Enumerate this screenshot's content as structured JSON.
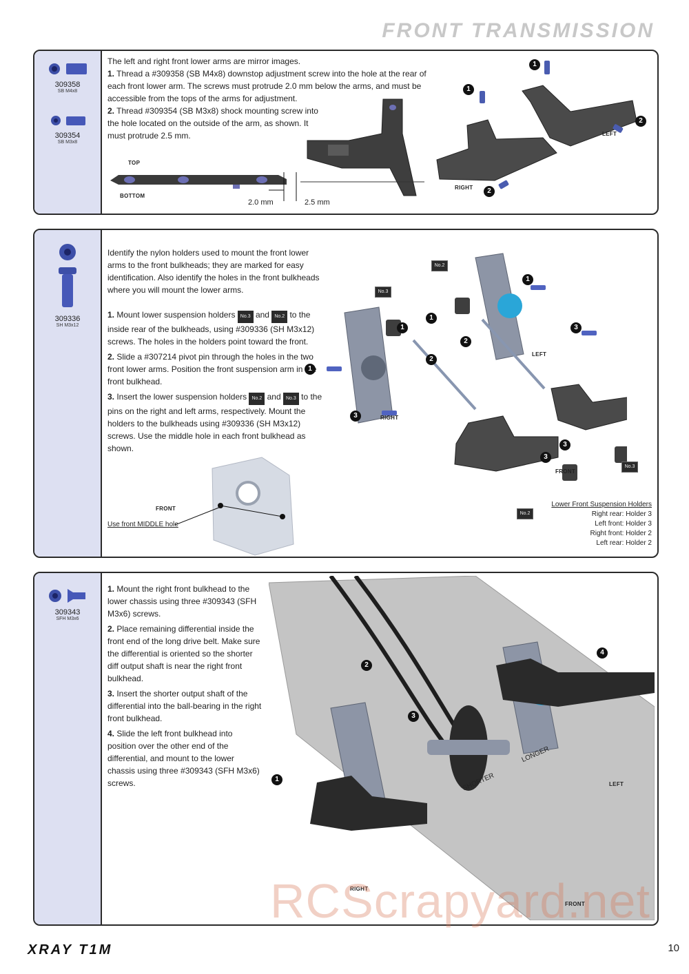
{
  "page": {
    "title": "FRONT TRANSMISSION",
    "page_number": "10",
    "brand": "XRAY T1M",
    "watermark": "RCScrapyard.net"
  },
  "step1": {
    "parts": [
      {
        "number": "309358",
        "desc": "SB M4x8"
      },
      {
        "number": "309354",
        "desc": "SB M3x8"
      }
    ],
    "intro": "The left and right front lower arms are mirror images.",
    "items": [
      {
        "num": "1.",
        "text": " Thread a #309358 (SB M4x8) downstop adjustment screw into the hole at the rear of each front lower arm. The screws must protrude 2.0 mm below the arms, and must be accessible from the tops of the arms for adjustment."
      },
      {
        "num": "2.",
        "text": " Thread #309354 (SB M3x8) shock mounting screw into the hole located on the outside of the arm, as shown. It must protrude 2.5 mm."
      }
    ],
    "labels": {
      "top": "TOP",
      "bottom": "BOTTOM",
      "dim1": "2.0 mm",
      "dim2": "2.5 mm",
      "left": "LEFT",
      "right": "RIGHT"
    },
    "callouts": [
      "1",
      "1",
      "2",
      "2"
    ]
  },
  "step2": {
    "parts": [
      {
        "number": "309336",
        "desc": "SH M3x12"
      }
    ],
    "intro": "Identify the nylon holders used to mount the front lower arms to the front bulkheads; they are marked for easy identification. Also identify the holes in the front bulkheads where you will mount the lower arms.",
    "items": [
      {
        "num": "1.",
        "text": " Mount lower suspension holders"
      },
      {
        "num": "",
        "text": "and"
      },
      {
        "num": "",
        "text": "to the inside rear of the bulkheads, using #309336 (SH M3x12) screws. The holes in the holders point toward the front."
      },
      {
        "num": "2.",
        "text": " Slide a #307214 pivot pin through the holes in the two front lower arms. Position the front suspension arm in the front bulkhead."
      },
      {
        "num": "3.",
        "text": " Insert the lower suspension holders"
      },
      {
        "num": "",
        "text": "and"
      },
      {
        "num": "",
        "text": "to the pins on the right and left arms, respectively. Mount the holders to the bulkheads using #309336 (SH M3x12) screws. Use the middle hole in each front bulkhead as shown."
      }
    ],
    "badges": [
      "No.3",
      "No.2",
      "No.2",
      "No.3"
    ],
    "labels": {
      "front": "FRONT",
      "middle_hole": "Use front MIDDLE hole",
      "right": "RIGHT",
      "left": "LEFT",
      "front2": "FRONT"
    },
    "legend": {
      "title": "Lower Front Suspension Holders",
      "rows": [
        "Right rear: Holder 3",
        "Left front: Holder 3",
        "Right front: Holder 2",
        "Left rear: Holder 2"
      ]
    },
    "callouts": [
      "1",
      "1",
      "1",
      "1",
      "2",
      "2",
      "3",
      "3",
      "3",
      "3"
    ]
  },
  "step3": {
    "parts": [
      {
        "number": "309343",
        "desc": "SFH M3x6"
      }
    ],
    "items": [
      {
        "num": "1.",
        "text": " Mount the right front bulkhead to the lower chassis using three #309343 (SFH M3x6) screws."
      },
      {
        "num": "2.",
        "text": " Place remaining differential inside the front end of the long drive belt. Make sure the differential is oriented so the shorter diff output shaft is near the right front bulkhead."
      },
      {
        "num": "3.",
        "text": " Insert the shorter output shaft of the differential into the ball-bearing in the right front bulkhead."
      },
      {
        "num": "4.",
        "text": " Slide the left front bulkhead into position over the other end of the differential, and mount to the lower chassis using three #309343 (SFH M3x6) screws."
      }
    ],
    "labels": {
      "shorter": "SHORTER",
      "longer": "LONGER",
      "left": "LEFT",
      "right": "RIGHT",
      "front": "FRONT"
    },
    "callouts": [
      "1",
      "2",
      "3",
      "4"
    ]
  }
}
